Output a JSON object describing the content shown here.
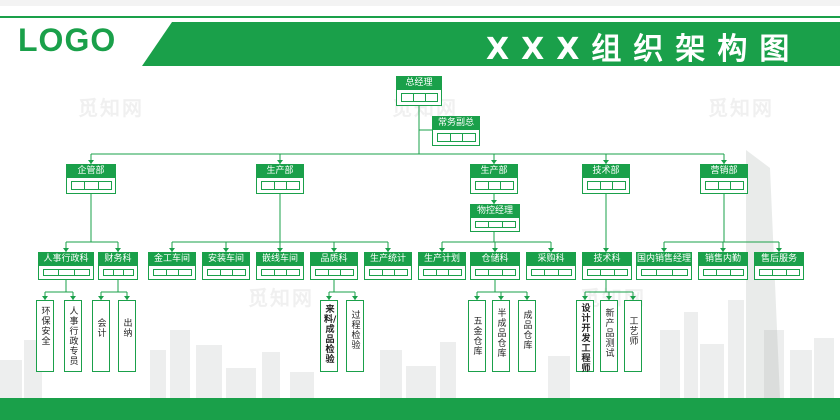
{
  "header": {
    "logo": "LOGO",
    "title": "XXX组织架构图",
    "watermark": "觅知网"
  },
  "colors": {
    "accent": "#1aa04a",
    "background": "#ffffff",
    "text": "#222222"
  },
  "org": {
    "root": "总经理",
    "deputy": "常务副总",
    "departments": [
      {
        "name": "企管部",
        "sections": [
          {
            "name": "人事行政科",
            "units": [
              "环保安全",
              "人事行政专员"
            ]
          },
          {
            "name": "财务科",
            "units": [
              "会计",
              "出纳"
            ]
          }
        ]
      },
      {
        "name": "生产部",
        "sections": [
          {
            "name": "金工车间",
            "units": []
          },
          {
            "name": "安装车间",
            "units": []
          },
          {
            "name": "嵌线车间",
            "units": []
          },
          {
            "name": "品质科",
            "units": [
              "来料/成品检验",
              "过程检验"
            ]
          },
          {
            "name": "生产统计",
            "units": []
          }
        ]
      },
      {
        "name": "生产部",
        "sub": "物控经理",
        "sections": [
          {
            "name": "生产计划",
            "units": []
          },
          {
            "name": "仓储科",
            "units": [
              "五金仓库",
              "半成品仓库",
              "成品仓库"
            ]
          },
          {
            "name": "采购科",
            "units": []
          }
        ]
      },
      {
        "name": "技术部",
        "sections": [
          {
            "name": "技术科",
            "units": [
              "设计开发工程师",
              "新产品测试",
              "工艺师"
            ]
          }
        ]
      },
      {
        "name": "营销部",
        "sections": [
          {
            "name": "国内销售经理",
            "units": []
          },
          {
            "name": "销售内勤",
            "units": []
          },
          {
            "name": "售后服务",
            "units": []
          }
        ]
      }
    ]
  }
}
